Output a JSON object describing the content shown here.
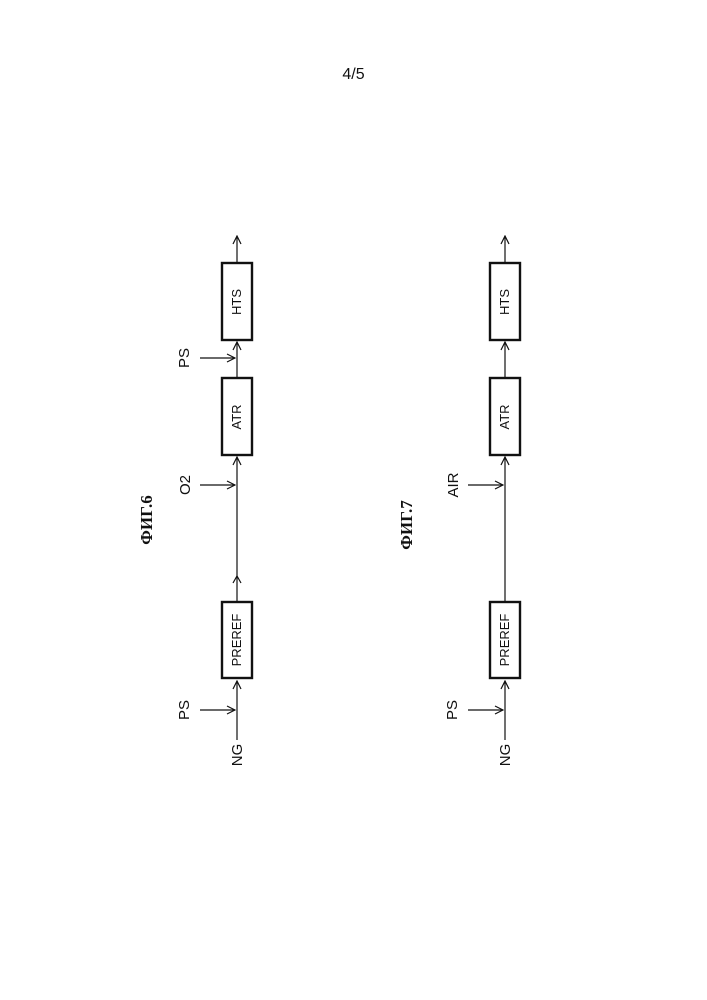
{
  "page_number": "4/5",
  "figures": [
    {
      "caption": "ФИГ.6",
      "inputs": {
        "ng": "NG",
        "steam_1": "PS",
        "oxidant": "O2",
        "steam_2": "PS"
      },
      "blocks": {
        "prereformer": "PREREF",
        "atr": "ATR",
        "hts": "HTS"
      }
    },
    {
      "caption": "ФИГ.7",
      "inputs": {
        "ng": "NG",
        "steam_1": "PS",
        "oxidant": "AIR"
      },
      "blocks": {
        "prereformer": "PREREF",
        "atr": "ATR",
        "hts": "HTS"
      }
    }
  ]
}
